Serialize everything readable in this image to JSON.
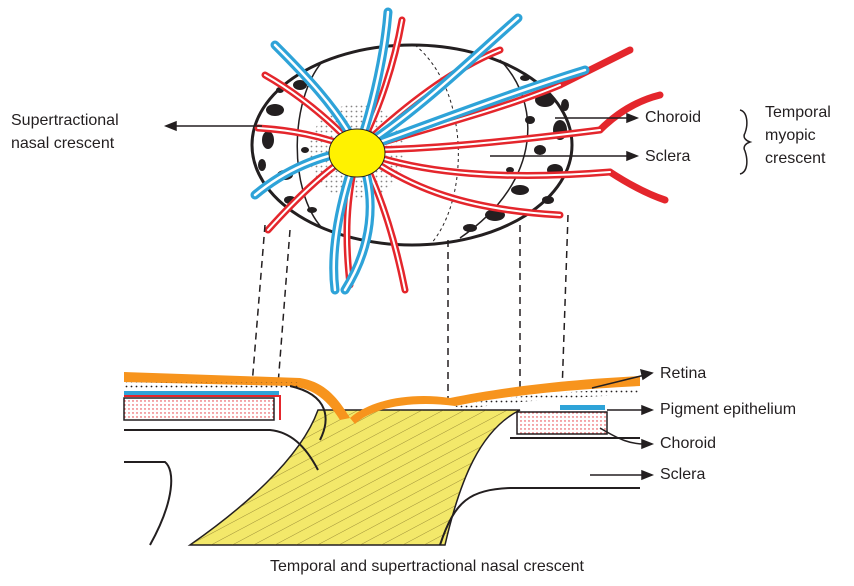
{
  "labels": {
    "supertractional_line1": "Supertractional",
    "supertractional_line2": "nasal crescent",
    "choroid_top": "Choroid",
    "sclera_top": "Sclera",
    "temporal_line1": "Temporal",
    "temporal_line2": "myopic",
    "temporal_line3": "crescent",
    "retina": "Retina",
    "pigment_epithelium": "Pigment epithelium",
    "choroid_bottom": "Choroid",
    "sclera_bottom": "Sclera"
  },
  "caption": "Temporal and supertractional nasal crescent",
  "colors": {
    "artery": "#e4262c",
    "vein": "#2ea3d8",
    "optic_cup": "#fff200",
    "nerve": "#f3e86a",
    "retina_orange": "#f7941d",
    "ink": "#231f20"
  }
}
